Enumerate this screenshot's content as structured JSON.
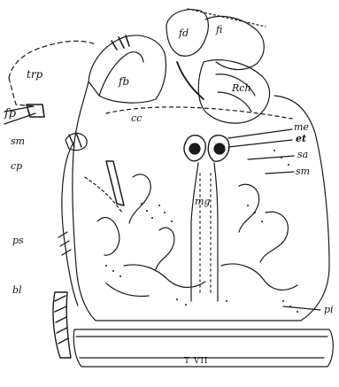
{
  "figure": {
    "ink_color": "#1a1a1a",
    "paper_color": "#ffffff",
    "labels": {
      "trp": "trp",
      "fp": "fp",
      "fb": "fb",
      "fd": "fd",
      "fi": "fi",
      "rch": "Rch",
      "cc": "cc",
      "me": "me",
      "et": "et",
      "sa": "sa",
      "sm_right": "sm",
      "sm_left": "sm",
      "cp": "cp",
      "mg": "mg",
      "ps": "ps",
      "bl": "bl",
      "pi": "pi",
      "tvii": "T VII"
    }
  }
}
